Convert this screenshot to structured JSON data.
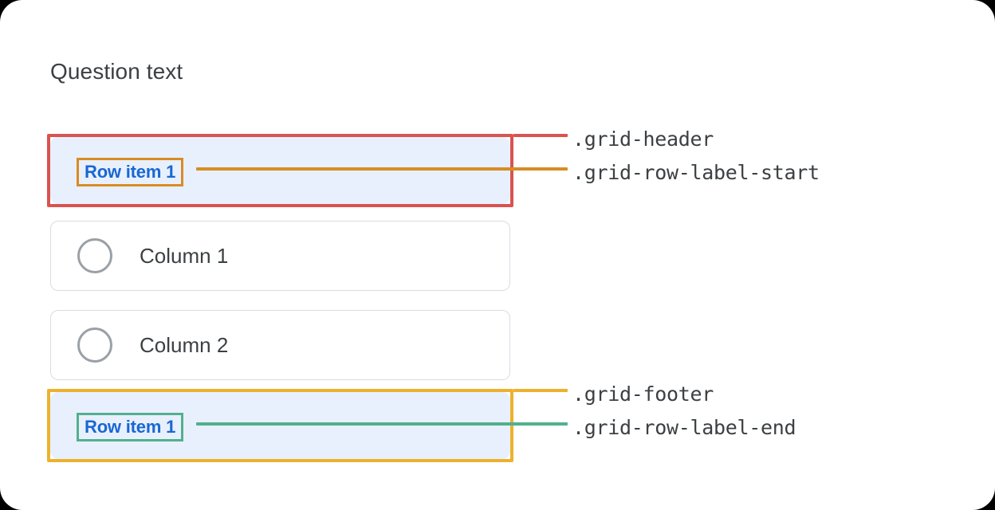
{
  "page": {
    "background_color": "#000000",
    "card_color": "#ffffff"
  },
  "question": {
    "title": "Question text"
  },
  "grid": {
    "header": {
      "row_label": "Row item 1",
      "fill_color": "#e8f0fe",
      "outline_color": "#d9534f",
      "label_outline_color": "#d88c24",
      "label_text_color": "#1967d2"
    },
    "options": [
      {
        "label": "Column 1",
        "selected": false
      },
      {
        "label": "Column 2",
        "selected": false
      }
    ],
    "footer": {
      "row_label": "Row item 1",
      "fill_color": "#e8f0fe",
      "outline_color": "#ecb22e",
      "label_outline_color": "#52b08c",
      "label_text_color": "#1967d2"
    }
  },
  "annotations": [
    {
      "text": ".grid-header",
      "color": "#d9534f"
    },
    {
      "text": ".grid-row-label-start",
      "color": "#d88c24"
    },
    {
      "text": ".grid-footer",
      "color": "#ecb22e"
    },
    {
      "text": ".grid-row-label-end",
      "color": "#52b08c"
    }
  ]
}
